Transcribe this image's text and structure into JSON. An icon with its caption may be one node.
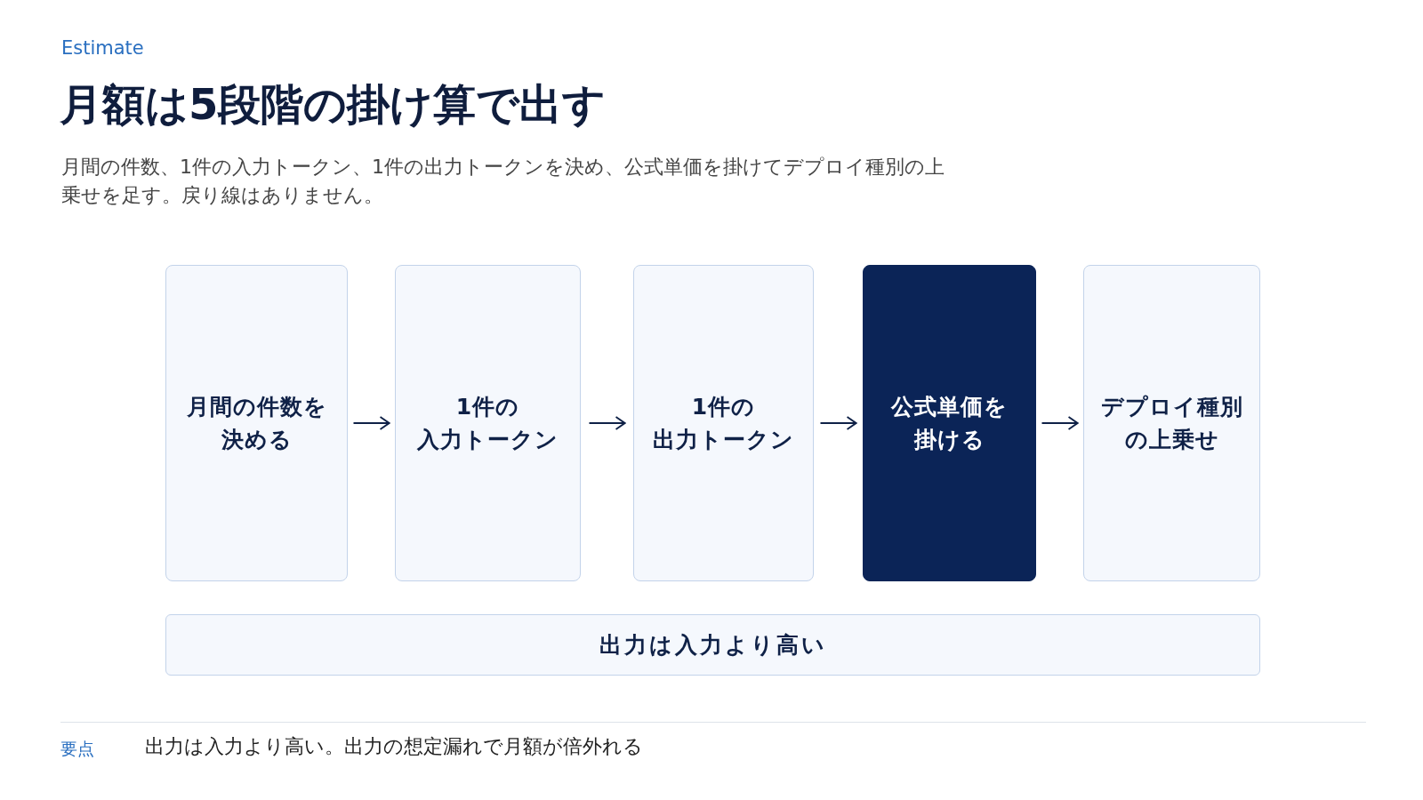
{
  "diagram": {
    "title": "月額は5段階の掛け算で出す",
    "nodes": [
      {
        "text": [
          "月間の件数を決める"
        ]
      },
      {
        "text": [
          "1件の入力トークン"
        ]
      },
      {
        "text": [
          "1件の出力トークン"
        ]
      },
      {
        "text": [
          "公式単価を掛ける"
        ]
      },
      {
        "text": [
          "デプロイ種別の上乗せ"
        ]
      },
      {
        "text": [
          "出力は入力より高い"
        ]
      }
    ],
    "edges": [
      {
        "from": 0,
        "to": 1,
        "arrow": "to"
      },
      {
        "from": 1,
        "to": 2,
        "arrow": "to"
      },
      {
        "from": 2,
        "to": 3,
        "arrow": "to"
      },
      {
        "from": 3,
        "to": 4,
        "arrow": "to"
      }
    ],
    "labels": [
      "Estimate",
      "月間の件数、1件の入力トークン、1件の出力トークンを決め、公式単価を掛けてデプロイ種別の上乗せを足す。戻り線はありません。",
      "要点",
      "出力は入力より高い。出力の想定漏れで月額が倍外れる"
    ]
  }
}
